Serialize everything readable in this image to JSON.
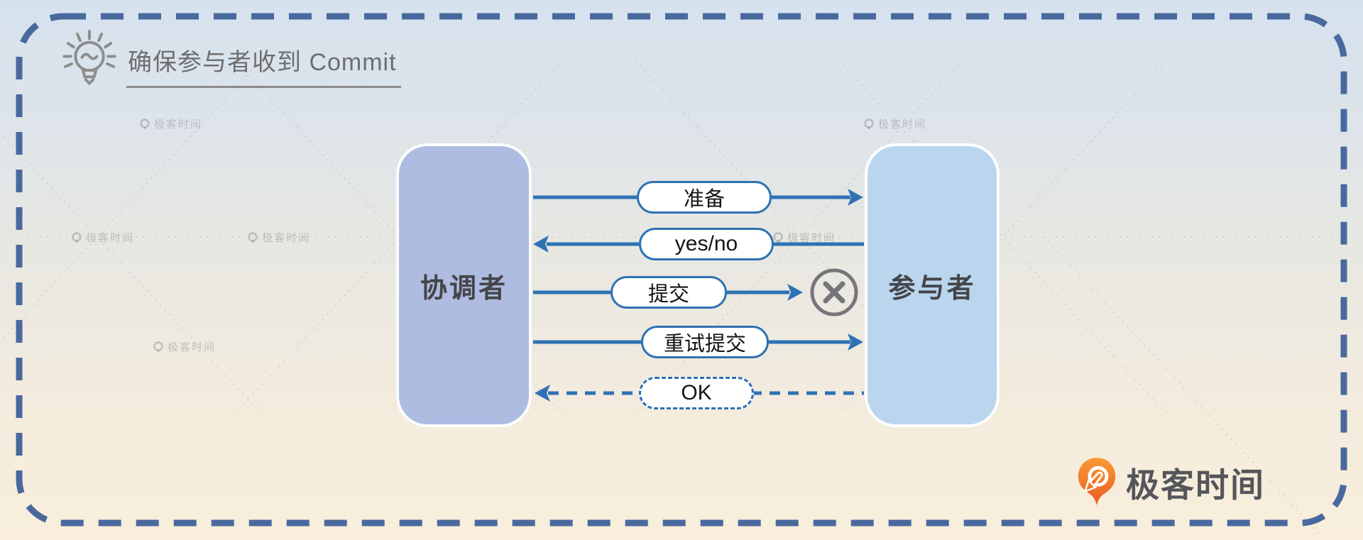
{
  "header": {
    "icon": "lightbulb-icon",
    "title": "确保参与者收到 Commit"
  },
  "diagram": {
    "coordinator": {
      "label": "协调者",
      "fill": "#aebce2"
    },
    "participant": {
      "label": "参与者",
      "fill": "#b9d6ee"
    },
    "arrow_color": "#2e72b4",
    "failure_icon": "x-circle-icon",
    "messages": [
      {
        "label": "准备",
        "from": "coordinator",
        "to": "participant",
        "line": "solid"
      },
      {
        "label": "yes/no",
        "from": "participant",
        "to": "coordinator",
        "line": "solid"
      },
      {
        "label": "提交",
        "from": "coordinator",
        "to": "participant",
        "line": "solid",
        "outcome": "failed"
      },
      {
        "label": "重试提交",
        "from": "coordinator",
        "to": "participant",
        "line": "solid"
      },
      {
        "label": "OK",
        "from": "participant",
        "to": "coordinator",
        "line": "dashed"
      }
    ]
  },
  "watermark": {
    "text": "极客时间"
  },
  "brand": {
    "name": "极客时间",
    "accent": "#ee6a23"
  },
  "colors": {
    "border": "#49699e",
    "title_text": "#6e6e6e",
    "background_top": "#d5e2ee",
    "background_bottom": "#f9eedc"
  }
}
